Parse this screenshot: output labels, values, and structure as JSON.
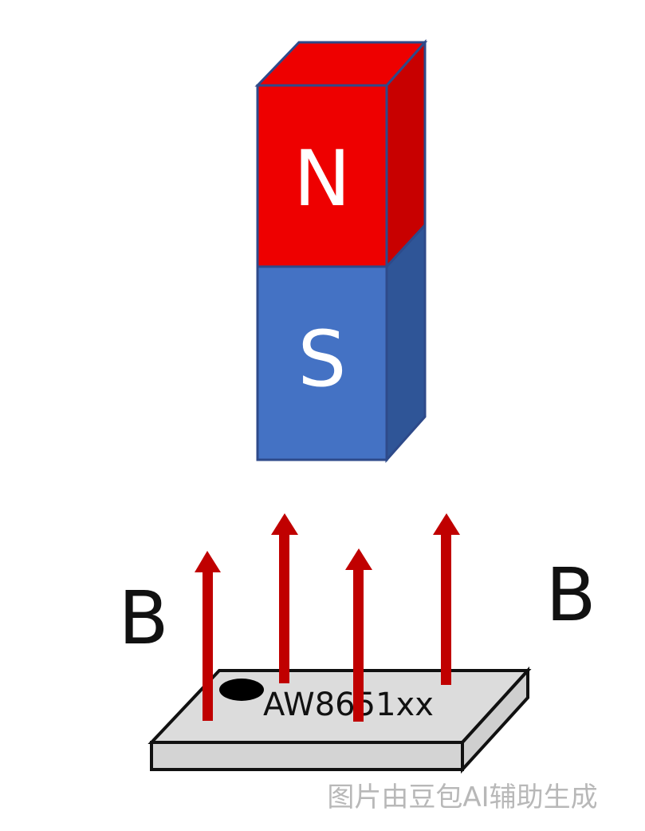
{
  "magnet": {
    "north_label": "N",
    "south_label": "S",
    "north_color": "#ee0000",
    "north_side_color": "#c80000",
    "south_color": "#4472c4",
    "south_side_color": "#2f5597",
    "outline_color": "#2e4a8a"
  },
  "field": {
    "label_left": "B",
    "label_right": "B",
    "arrow_color": "#c00000",
    "arrow_count": 4
  },
  "chip": {
    "label": "AW8651xx",
    "top_color": "#dcdcdc",
    "side_color": "#d4d4d4",
    "outline_color": "#111111",
    "dot_color": "#000000"
  },
  "watermark": {
    "text": "图片由豆包AI辅助生成"
  }
}
